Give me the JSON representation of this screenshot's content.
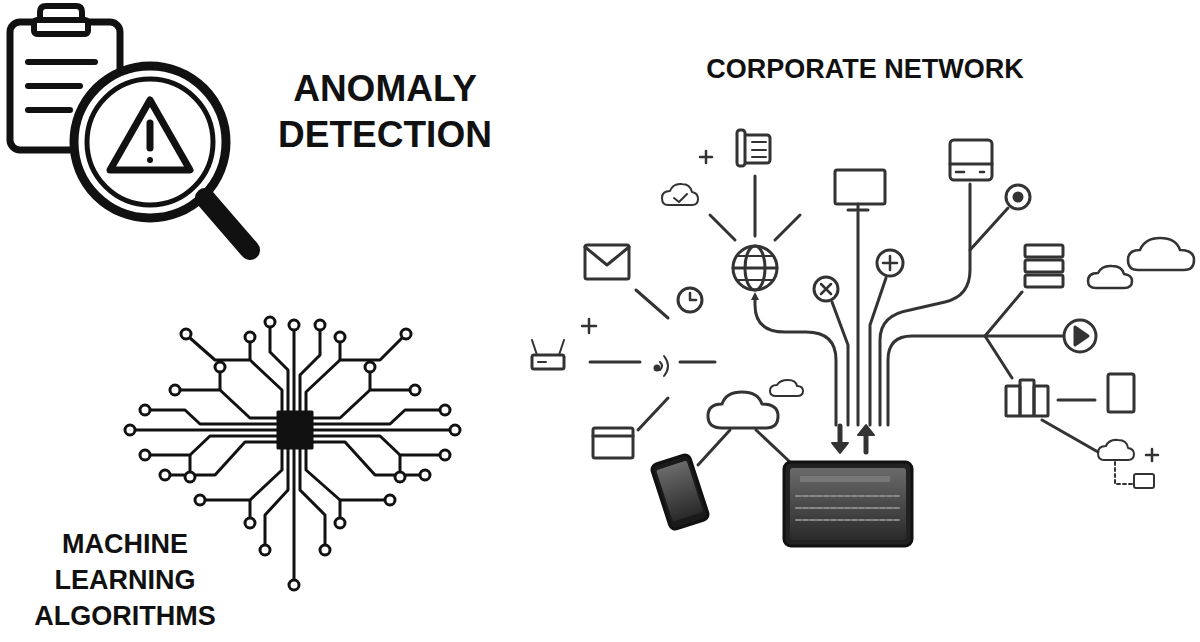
{
  "diagram": {
    "labels": [
      "ANOMALY DETECTION",
      "CORPORATE NETWORK",
      "MACHINE LEARNING ALGORITHMS"
    ]
  }
}
